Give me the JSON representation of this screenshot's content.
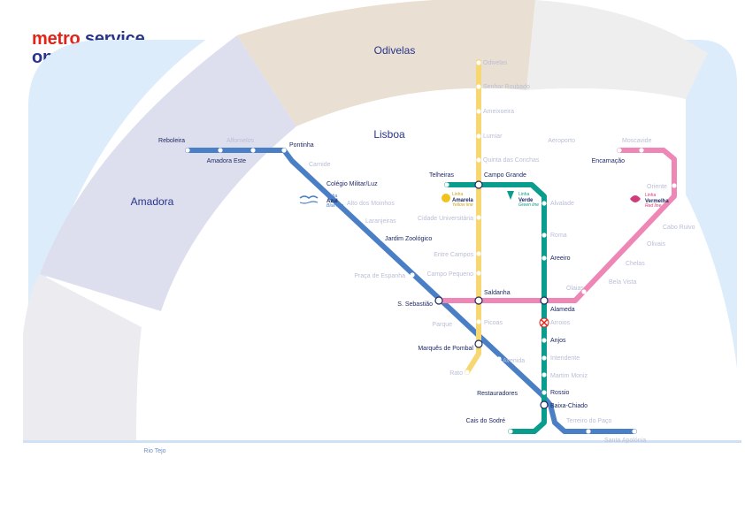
{
  "title": {
    "brand": "metro",
    "rest_line1": "service",
    "line2": "on New Year's Eve"
  },
  "regions": {
    "odivelas": "Odivelas",
    "lisboa": "Lisboa",
    "amadora": "Amadora",
    "river": "Rio Tejo"
  },
  "colors": {
    "blue_line": "#4a7fc6",
    "yellow_line": "#f7d772",
    "green_line": "#0a9c8c",
    "red_line": "#ee87b6",
    "title": "#27348b",
    "brand": "#e2231a",
    "open_station": "#1f2a63",
    "closed_station": "#b9bfd6"
  },
  "legend": {
    "blue": {
      "line": "Linha",
      "name": "Azul",
      "en": "Blue line"
    },
    "yellow": {
      "line": "Linha",
      "name": "Amarela",
      "en": "Yellow line"
    },
    "green": {
      "line": "Linha",
      "name": "Verde",
      "en": "Green line"
    },
    "red": {
      "line": "Linha",
      "name": "Vermelha",
      "en": "Red line"
    }
  },
  "stations": {
    "reboleira": {
      "name": "Reboleira",
      "open": true
    },
    "amadora_este": {
      "name": "Amadora Este",
      "open": true
    },
    "alfornelos": {
      "name": "Alfornelos",
      "open": false
    },
    "pontinha": {
      "name": "Pontinha",
      "open": true
    },
    "carnide": {
      "name": "Carnide",
      "open": false
    },
    "colegio_militar": {
      "name": "Colégio Militar/Luz",
      "open": true
    },
    "alto_dos_moinhos": {
      "name": "Alto dos Moinhos",
      "open": false
    },
    "laranjeiras": {
      "name": "Laranjeiras",
      "open": false
    },
    "jardim_zoologico": {
      "name": "Jardim Zoológico",
      "open": true
    },
    "praca_de_espanha": {
      "name": "Praça de Espanha",
      "open": false
    },
    "s_sebastiao": {
      "name": "S. Sebastião",
      "open": true
    },
    "parque": {
      "name": "Parque",
      "open": false
    },
    "marques_de_pombal": {
      "name": "Marquês de Pombal",
      "open": true
    },
    "avenida": {
      "name": "Avenida",
      "open": false
    },
    "restauradores": {
      "name": "Restauradores",
      "open": true
    },
    "baixa_chiado": {
      "name": "Baixa-Chiado",
      "open": true
    },
    "terreiro_do_paco": {
      "name": "Terreiro do Paço",
      "open": false
    },
    "santa_apolonia": {
      "name": "Santa Apolónia",
      "open": false
    },
    "odivelas": {
      "name": "Odivelas",
      "open": false
    },
    "senhor_roubado": {
      "name": "Senhor Roubado",
      "open": false
    },
    "ameixoeira": {
      "name": "Ameixoeira",
      "open": false
    },
    "lumiar": {
      "name": "Lumiar",
      "open": false
    },
    "quinta_das_conchas": {
      "name": "Quinta das Conchas",
      "open": false
    },
    "campo_grande": {
      "name": "Campo Grande",
      "open": true
    },
    "cidade_universitaria": {
      "name": "Cidade Universitária",
      "open": false
    },
    "entre_campos": {
      "name": "Entre Campos",
      "open": false
    },
    "campo_pequeno": {
      "name": "Campo Pequeno",
      "open": false
    },
    "saldanha": {
      "name": "Saldanha",
      "open": true
    },
    "picoas": {
      "name": "Picoas",
      "open": false
    },
    "rato": {
      "name": "Rato",
      "open": false
    },
    "telheiras": {
      "name": "Telheiras",
      "open": true
    },
    "alvalade": {
      "name": "Alvalade",
      "open": false
    },
    "roma": {
      "name": "Roma",
      "open": false
    },
    "areeiro": {
      "name": "Areeiro",
      "open": true
    },
    "alameda": {
      "name": "Alameda",
      "open": true
    },
    "arroios": {
      "name": "Arroios",
      "open": false
    },
    "anjos": {
      "name": "Anjos",
      "open": true
    },
    "intendente": {
      "name": "Intendente",
      "open": false
    },
    "martim_moniz": {
      "name": "Martim Moniz",
      "open": false
    },
    "rossio": {
      "name": "Rossio",
      "open": true
    },
    "cais_do_sodre": {
      "name": "Cais do Sodré",
      "open": true
    },
    "aeroporto": {
      "name": "Aeroporto",
      "open": false
    },
    "encarnacao": {
      "name": "Encarnação",
      "open": true
    },
    "moscavide": {
      "name": "Moscavide",
      "open": false
    },
    "oriente": {
      "name": "Oriente",
      "open": false
    },
    "cabo_ruivo": {
      "name": "Cabo Ruivo",
      "open": false
    },
    "olivais": {
      "name": "Olivais",
      "open": false
    },
    "chelas": {
      "name": "Chelas",
      "open": false
    },
    "bela_vista": {
      "name": "Bela Vista",
      "open": false
    },
    "olaias": {
      "name": "Olaias",
      "open": false
    }
  }
}
